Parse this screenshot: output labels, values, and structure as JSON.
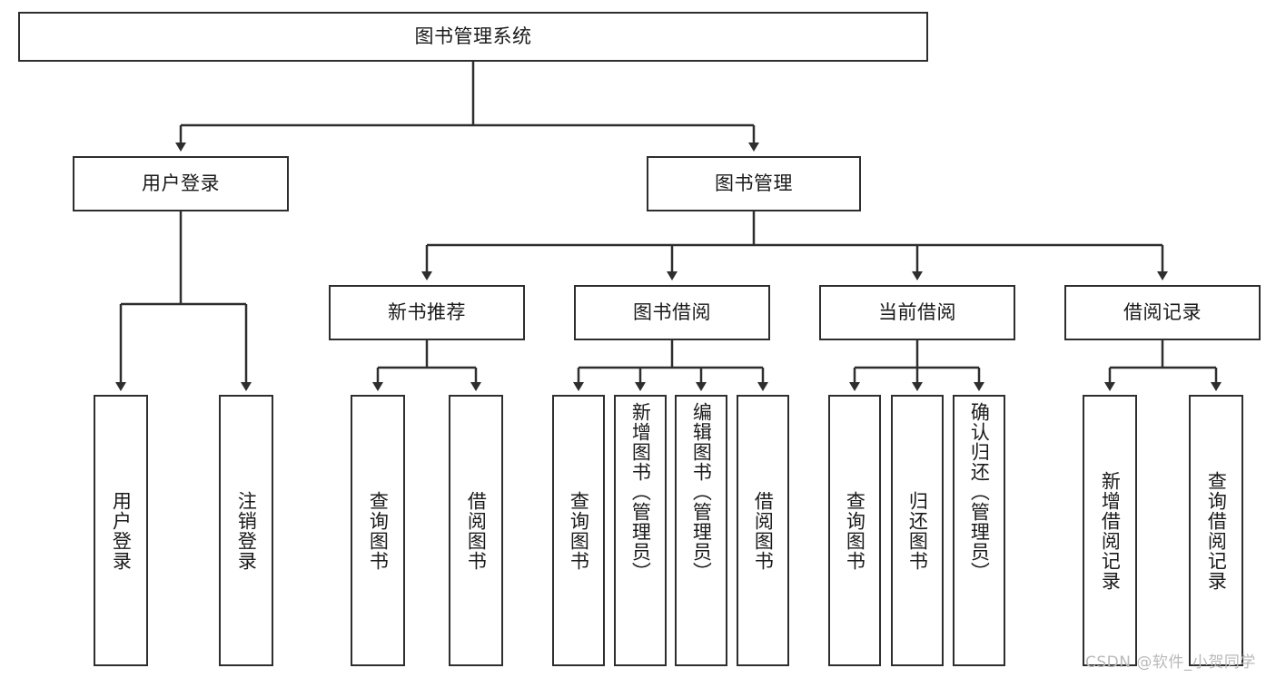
{
  "diagram": {
    "title": "图书管理系统",
    "watermark": "CSDN @软件_小贺同学",
    "colors": {
      "stroke": "#2e2e2e",
      "fill": "#ffffff",
      "text": "#1a1a1a",
      "watermark": "#b9b9b9"
    },
    "nodes": {
      "root": "图书管理系统",
      "user_login": "用户登录",
      "book_manage": "图书管理",
      "new_book_rec": "新书推荐",
      "book_borrow": "图书借阅",
      "current_borrow": "当前借阅",
      "borrow_record": "借阅记录",
      "leaf_user_login": "用户登录",
      "leaf_logout": "注销登录",
      "leaf_query_book_1": "查询图书",
      "leaf_borrow_book_1": "借阅图书",
      "leaf_query_book_2": "查询图书",
      "leaf_add_book": "新增图书（管理员）",
      "leaf_edit_book": "编辑图书（管理员）",
      "leaf_borrow_book_2": "借阅图书",
      "leaf_query_book_3": "查询图书",
      "leaf_return_book": "归还图书",
      "leaf_confirm_return": "确认归还（管理员）",
      "leaf_add_record": "新增借阅记录",
      "leaf_query_record": "查询借阅记录"
    },
    "structure": [
      {
        "label": "图书管理系统",
        "children": [
          {
            "label": "用户登录",
            "children": [
              {
                "label": "用户登录"
              },
              {
                "label": "注销登录"
              }
            ]
          },
          {
            "label": "图书管理",
            "children": [
              {
                "label": "新书推荐",
                "children": [
                  {
                    "label": "查询图书"
                  },
                  {
                    "label": "借阅图书"
                  }
                ]
              },
              {
                "label": "图书借阅",
                "children": [
                  {
                    "label": "查询图书"
                  },
                  {
                    "label": "新增图书（管理员）"
                  },
                  {
                    "label": "编辑图书（管理员）"
                  },
                  {
                    "label": "借阅图书"
                  }
                ]
              },
              {
                "label": "当前借阅",
                "children": [
                  {
                    "label": "查询图书"
                  },
                  {
                    "label": "归还图书"
                  },
                  {
                    "label": "确认归还（管理员）"
                  }
                ]
              },
              {
                "label": "借阅记录",
                "children": [
                  {
                    "label": "新增借阅记录"
                  },
                  {
                    "label": "查询借阅记录"
                  }
                ]
              }
            ]
          }
        ]
      }
    ]
  }
}
